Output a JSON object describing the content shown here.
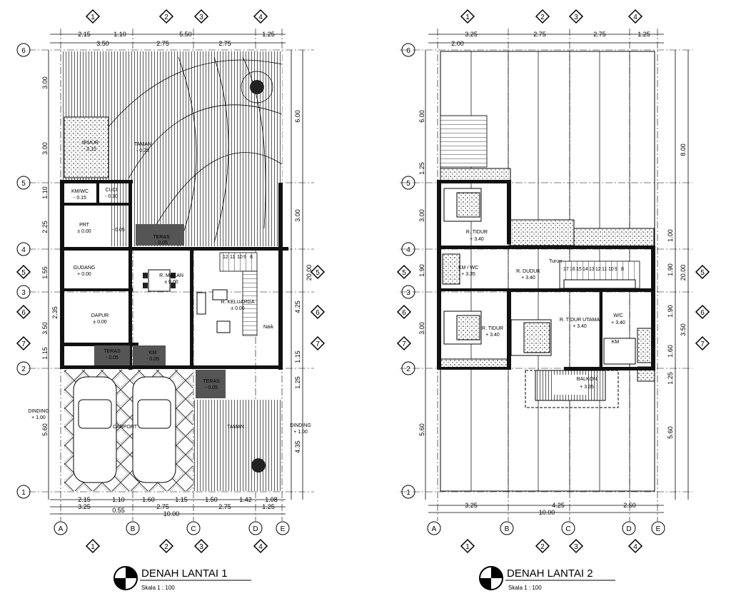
{
  "plans": [
    {
      "title": "DENAH LANTAI 1",
      "scale": "Skala   1 : 100",
      "col_labels": [
        "A",
        "B",
        "C",
        "D",
        "E"
      ],
      "axis_top": [
        "1",
        "2",
        "3",
        "4"
      ],
      "row_labels": [
        "6",
        "5",
        "4",
        "3",
        "2",
        "1"
      ],
      "row_side_labels": [
        "5",
        "6",
        "7"
      ],
      "dim_top": [
        "2.15",
        "1.10",
        "5.50",
        "1.25"
      ],
      "dim_top2": [
        "3.50",
        "2.75",
        "2.75"
      ],
      "dim_bottom": [
        "2.15",
        "1.10",
        "1.60",
        "1.15",
        "1.50",
        "1.42",
        "1.08"
      ],
      "dim_bottom2": [
        "3.25",
        "2.75",
        "2.75",
        "1.25"
      ],
      "dim_bottom3": [
        "0.55",
        "10.00"
      ],
      "dim_left": [
        "3.00",
        "3.00",
        "1.10",
        "2.25",
        "1.55",
        "2.35",
        "3.50",
        "1.15",
        "5.60"
      ],
      "dim_right": [
        "6.00",
        "3.00",
        "4.25",
        "20.00",
        "1.15",
        "1.25",
        "4.35"
      ],
      "rooms": [
        {
          "name": "R. KELUARGA",
          "level": "± 0.00"
        },
        {
          "name": "R. MAKAN",
          "level": "± 0.00"
        },
        {
          "name": "DAPUR",
          "level": "± 0.00"
        },
        {
          "name": "GUDANG",
          "level": "+ 0.00"
        },
        {
          "name": "PRT",
          "level": "± 0.00"
        },
        {
          "name": "KM/WC",
          "level": "- 0.15"
        },
        {
          "name": "TERAS",
          "level": "- 0.05"
        },
        {
          "name": "TERAS",
          "level": "- 0.05"
        },
        {
          "name": "TERAS",
          "level": "- 0.05"
        },
        {
          "name": "KM",
          "level": "- 0.05"
        },
        {
          "name": "TAMAN",
          "level": "- 0.25"
        },
        {
          "name": "JEMUR",
          "level": "- 0.15"
        },
        {
          "name": "CUCI",
          "level": "- 0.10"
        },
        {
          "name": "CARPORT",
          "level": ""
        },
        {
          "name": "TAMAN",
          "level": ""
        }
      ],
      "stair_numbers": [
        "12",
        "11",
        "10",
        "9",
        "8"
      ],
      "notes": [
        "- 0.05",
        "Naik",
        "DINDING",
        "+ 1.00",
        "DINDING",
        "+ 1.00"
      ]
    },
    {
      "title": "DENAH LANTAI 2",
      "scale": "Skala   1 : 100",
      "col_labels": [
        "A",
        "B",
        "C",
        "D",
        "E"
      ],
      "axis_top": [
        "1",
        "2",
        "3",
        "4"
      ],
      "row_labels": [
        "6",
        "5",
        "4",
        "3",
        "2",
        "1"
      ],
      "row_side_labels": [
        "5",
        "6",
        "7"
      ],
      "dim_top": [
        "3.25",
        "2.75",
        "2.75",
        "1.25"
      ],
      "dim_top2": [
        "2.00"
      ],
      "dim_bottom": [
        "3.25",
        "4.25",
        "2.50"
      ],
      "dim_bottom2": [
        "10.00"
      ],
      "dim_left": [
        "6.00",
        "1.25",
        "3.00",
        "1.90",
        "3.00",
        "5.60"
      ],
      "dim_right": [
        "8.00",
        "1.00",
        "1.90",
        "20.00",
        "1.90",
        "3.50",
        "1.60",
        "1.25",
        "5.60"
      ],
      "rooms": [
        {
          "name": "R. TIDUR",
          "level": "+ 3.40"
        },
        {
          "name": "KM / WC",
          "level": "+ 3.35"
        },
        {
          "name": "R. DUDUK",
          "level": "+ 3.40"
        },
        {
          "name": "R. TIDUR",
          "level": "+ 3.40"
        },
        {
          "name": "R. TIDUR UTAMA",
          "level": "+ 3.40"
        },
        {
          "name": "W/C",
          "level": "+ 3.40"
        },
        {
          "name": "KM",
          "level": ""
        },
        {
          "name": "BALKON",
          "level": "+ 3.35"
        }
      ],
      "stair_numbers": [
        "17",
        "16",
        "15",
        "14",
        "13",
        "12",
        "11",
        "10",
        "9",
        "8"
      ],
      "notes": [
        "Turun"
      ]
    }
  ]
}
